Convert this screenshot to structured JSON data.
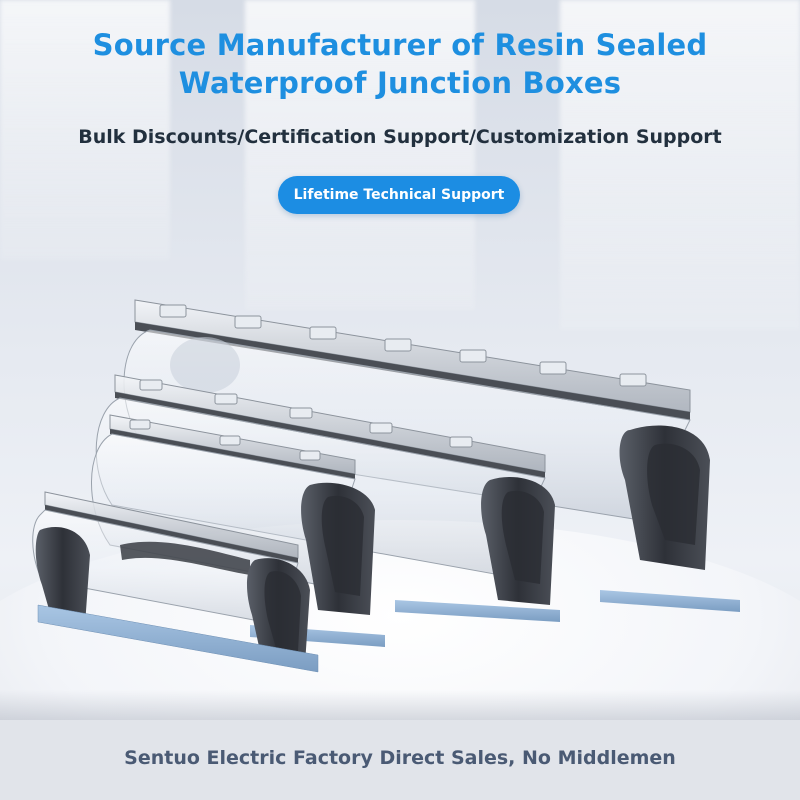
{
  "headline": {
    "line1": "Source Manufacturer of Resin Sealed",
    "line2": "Waterproof Junction Boxes"
  },
  "subheadline": "Bulk Discounts/Certification Support/Customization Support",
  "badge": "Lifetime Technical Support",
  "footer": "Sentuo Electric Factory Direct Sales, No Middlemen",
  "colors": {
    "headline": "#1e8fe0",
    "badge_background": "#1c8de3",
    "subheadline": "#22303e",
    "footer": "#4a5a74",
    "product_base": "#8fb2d6",
    "product_endcap": "#3a3d44"
  },
  "products": {
    "count": 4,
    "description_icon": "junction-box-image"
  }
}
